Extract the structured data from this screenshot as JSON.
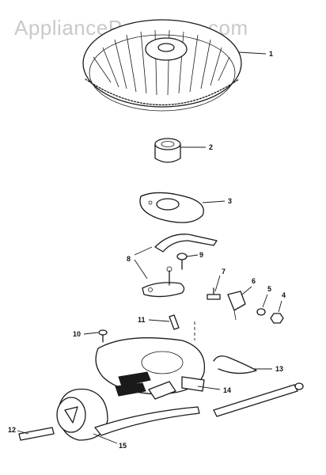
{
  "watermark": "AppliancePartsPros.com",
  "callouts": {
    "c1": "1",
    "c2": "2",
    "c3": "3",
    "c4": "4",
    "c5": "5",
    "c6": "6",
    "c7": "7",
    "c8": "8",
    "c9": "9",
    "c10": "10",
    "c11": "11",
    "c12": "12",
    "c13": "13",
    "c14": "14",
    "c15": "15"
  },
  "colors": {
    "ink": "#1a1a1a",
    "watermark": "#c9c9c9",
    "background": "#ffffff"
  }
}
